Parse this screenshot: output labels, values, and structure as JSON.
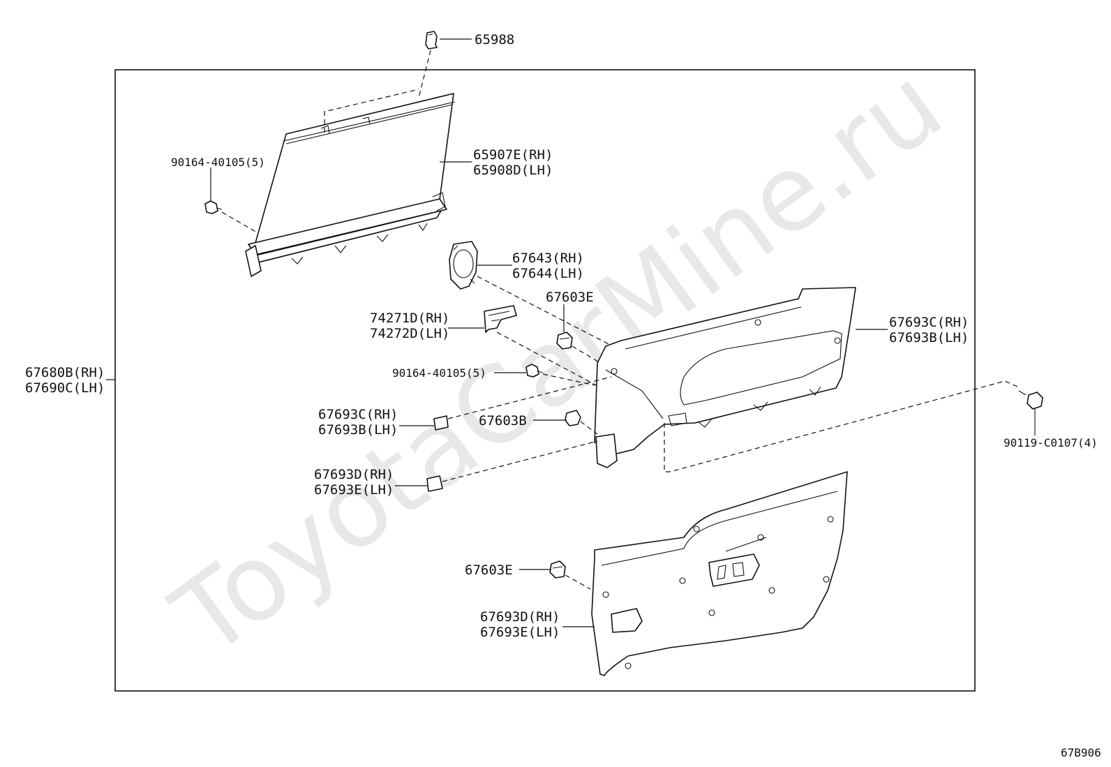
{
  "watermark": "ToyotaCarMine.ru",
  "diagram_code": "67B906",
  "labels": {
    "p65988": "65988",
    "p65907e": "65907E(RH)",
    "p65908d": "65908D(LH)",
    "p90164_top": "90164-40105(5)",
    "p67643": "67643(RH)",
    "p67644": "67644(LH)",
    "p67603e_top": "67603E",
    "p74271d": "74271D(RH)",
    "p74272d": "74272D(LH)",
    "p67693c_right": "67693C(RH)",
    "p67693b_right": "67693B(LH)",
    "p67680b": "67680B(RH)",
    "p67690c": "67690C(LH)",
    "p90164_mid": "90164-40105(5)",
    "p67693c_left": "67693C(RH)",
    "p67693b_left": "67693B(LH)",
    "p67603b": "67603B",
    "p90119": "90119-C0107(4)",
    "p67693d_left": "67693D(RH)",
    "p67693e_left": "67693E(LH)",
    "p67603e_bottom": "67603E",
    "p67693d_bottom": "67693D(RH)",
    "p67693e_bottom": "67693E(LH)"
  }
}
